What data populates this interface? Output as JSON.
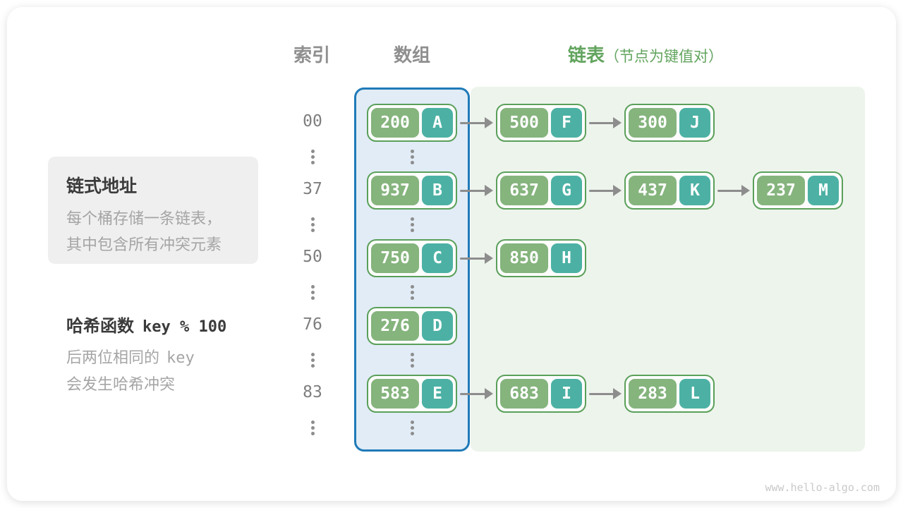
{
  "headers": {
    "index": "索引",
    "array": "数组",
    "list": "链表",
    "list_note": "（节点为键值对）"
  },
  "info_box": {
    "title": "链式地址",
    "lines": [
      "每个桶存储一条链表，",
      "其中包含所有冲突元素"
    ]
  },
  "hash_note": {
    "label": "哈希函数",
    "code": "key % 100",
    "line1_prefix": "后两位相同的",
    "line1_code": "key",
    "line2": "会发生哈希冲突"
  },
  "watermark": "www.hello-algo.com",
  "colors": {
    "header_gray": "#8f8f8f",
    "header_green": "#62a45e",
    "node_border_green": "#5aa05a",
    "key_green": "#85b47d",
    "value_teal": "#4cb1a4",
    "array_panel_fill": "#e1ecf6",
    "array_panel_border": "#1f7ab8",
    "list_panel_fill": "#edf4ec",
    "info_box_fill": "#efefef",
    "text_dark": "#3b3b3b",
    "text_gray": "#a5a5a5",
    "arrow_gray": "#8d8d8d",
    "index_gray": "#7e7e7e",
    "watermark_gray": "#c9c9c9"
  },
  "diagram": {
    "rows": [
      {
        "index": "00",
        "bucket": {
          "key": "200",
          "value": "A"
        },
        "chain": [
          {
            "key": "500",
            "value": "F"
          },
          {
            "key": "300",
            "value": "J"
          }
        ]
      },
      {
        "index": "37",
        "bucket": {
          "key": "937",
          "value": "B"
        },
        "chain": [
          {
            "key": "637",
            "value": "G"
          },
          {
            "key": "437",
            "value": "K"
          },
          {
            "key": "237",
            "value": "M"
          }
        ]
      },
      {
        "index": "50",
        "bucket": {
          "key": "750",
          "value": "C"
        },
        "chain": [
          {
            "key": "850",
            "value": "H"
          }
        ]
      },
      {
        "index": "76",
        "bucket": {
          "key": "276",
          "value": "D"
        },
        "chain": []
      },
      {
        "index": "83",
        "bucket": {
          "key": "583",
          "value": "E"
        },
        "chain": [
          {
            "key": "683",
            "value": "I"
          },
          {
            "key": "283",
            "value": "L"
          }
        ]
      }
    ]
  }
}
